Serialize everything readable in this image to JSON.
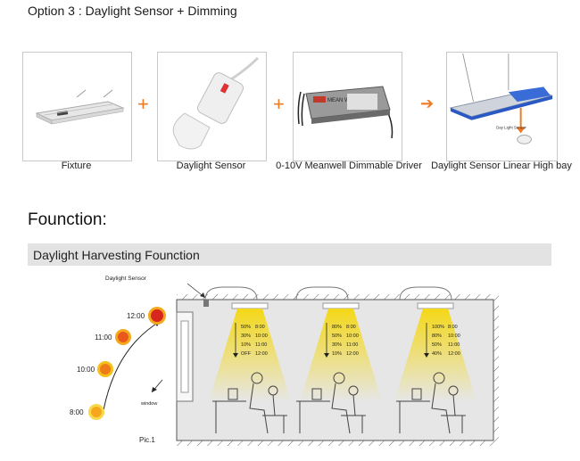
{
  "option_title": "Option 3 : Daylight Sensor + Dimming",
  "products": [
    {
      "caption": "Fixture",
      "icon": "fixture-image"
    },
    {
      "caption": "Daylight Sensor",
      "icon": "daylight-sensor-image"
    },
    {
      "caption": "0-10V Meanwell Dimmable Driver",
      "icon": "driver-image"
    },
    {
      "caption": "Daylight Sensor Linear High bay",
      "icon": "linear-high-bay-image"
    }
  ],
  "operators": {
    "plus": "+",
    "arrow": "➔"
  },
  "photo_labels": {
    "daylight_sensor_tag": "Day Light Sensor",
    "driver_label": "MEAN WELL"
  },
  "section_heading": "Founction:",
  "function_bar": "Daylight Harvesting Founction",
  "diagram": {
    "sensor_label": "Daylight Sensor",
    "window_label": "window",
    "pic_label": "Pic.1",
    "sun_positions": [
      {
        "time": "12:00",
        "color": "#d7261e"
      },
      {
        "time": "11:00",
        "color": "#e9591d"
      },
      {
        "time": "10:00",
        "color": "#ee7c1b"
      },
      {
        "time": "8:00",
        "color": "#f5a81c"
      }
    ],
    "fixtures": [
      {
        "levels": [
          {
            "pct": "50%",
            "time": "8:00"
          },
          {
            "pct": "30%",
            "time": "10:00"
          },
          {
            "pct": "10%",
            "time": "11:00"
          },
          {
            "pct": "OFF",
            "time": "12:00"
          }
        ]
      },
      {
        "levels": [
          {
            "pct": "80%",
            "time": "8:00"
          },
          {
            "pct": "50%",
            "time": "10:00"
          },
          {
            "pct": "30%",
            "time": "11:00"
          },
          {
            "pct": "10%",
            "time": "12:00"
          }
        ]
      },
      {
        "levels": [
          {
            "pct": "100%",
            "time": "8:00"
          },
          {
            "pct": "80%",
            "time": "10:00"
          },
          {
            "pct": "50%",
            "time": "11:00"
          },
          {
            "pct": "40%",
            "time": "12:00"
          }
        ]
      }
    ]
  },
  "colors": {
    "accent": "#ef7a22",
    "light_beam": "#f6df1a",
    "room_fill": "#e9e9e9",
    "bar_bg": "#e3e3e3"
  }
}
